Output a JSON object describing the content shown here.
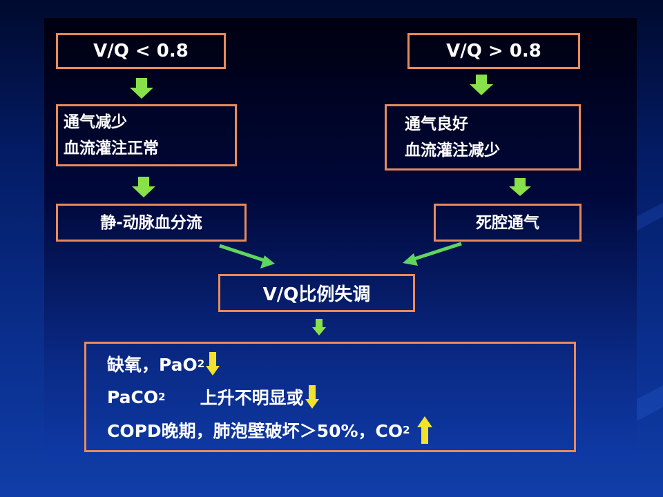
{
  "left_chain": {
    "ratio": "V/Q < 0.8",
    "condition_lines": [
      "通气减少",
      "血流灌注正常"
    ],
    "result": "静-动脉血分流"
  },
  "right_chain": {
    "ratio": "V/Q > 0.8",
    "condition_lines": [
      "通气良好",
      "血流灌注减少"
    ],
    "result": "死腔通气"
  },
  "center": {
    "mismatch": "V/Q比例失调"
  },
  "effects": {
    "line1_text": "缺氧，PaO",
    "line1_sub": "2",
    "line2_text": "PaCO",
    "line2_sub": "2",
    "line2_tail": "上升不明显或",
    "line3_text": "COPD晚期，肺泡壁破坏＞50%，CO",
    "line3_sub": "2"
  },
  "colors": {
    "box_border": "#e98a5a",
    "down_arrow": "#88e14a",
    "diagonal_arrow": "#5fd65f",
    "decrease_arrow": "#f2e22a",
    "increase_arrow": "#f2e22a",
    "text": "#ffffff"
  },
  "icons": [
    "arrow-down-icon",
    "arrow-diagonal-icon",
    "arrow-down-yellow-icon",
    "arrow-up-yellow-icon"
  ]
}
